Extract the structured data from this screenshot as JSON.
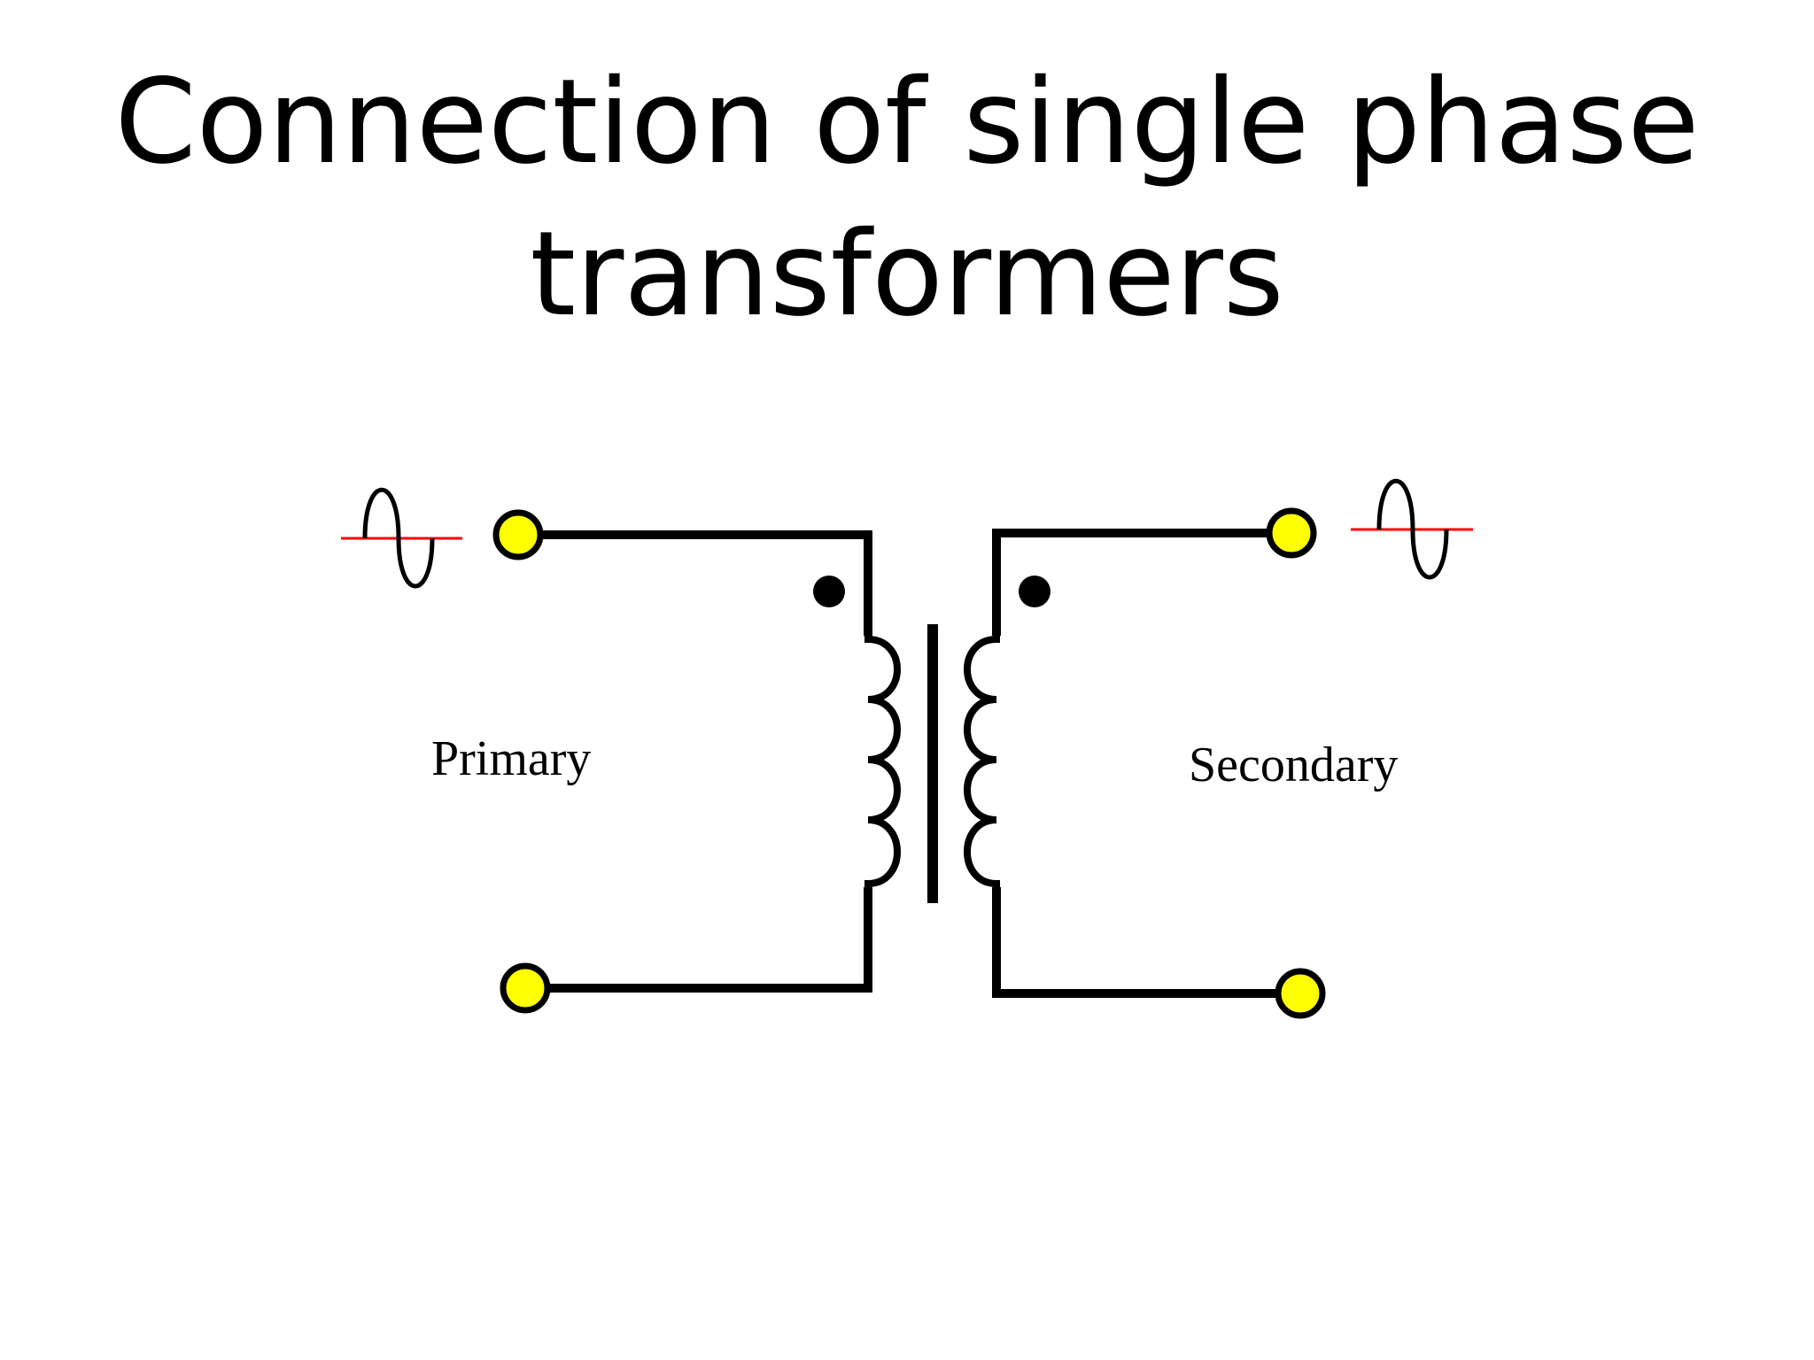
{
  "slide": {
    "title_line1": "Connection of single phase",
    "title_line2": "transformers"
  },
  "diagram": {
    "primary_label": "Primary",
    "secondary_label": "Secondary",
    "colors": {
      "wire": "#000000",
      "terminal_fill": "#ffff00",
      "terminal_stroke": "#000000",
      "sine_axis": "#ff0000",
      "background": "#ffffff"
    },
    "icons": {
      "primary_source": "sine-wave-icon",
      "secondary_output": "sine-wave-icon",
      "polarity_marks": "dot",
      "terminals": "yellow-circle"
    }
  }
}
